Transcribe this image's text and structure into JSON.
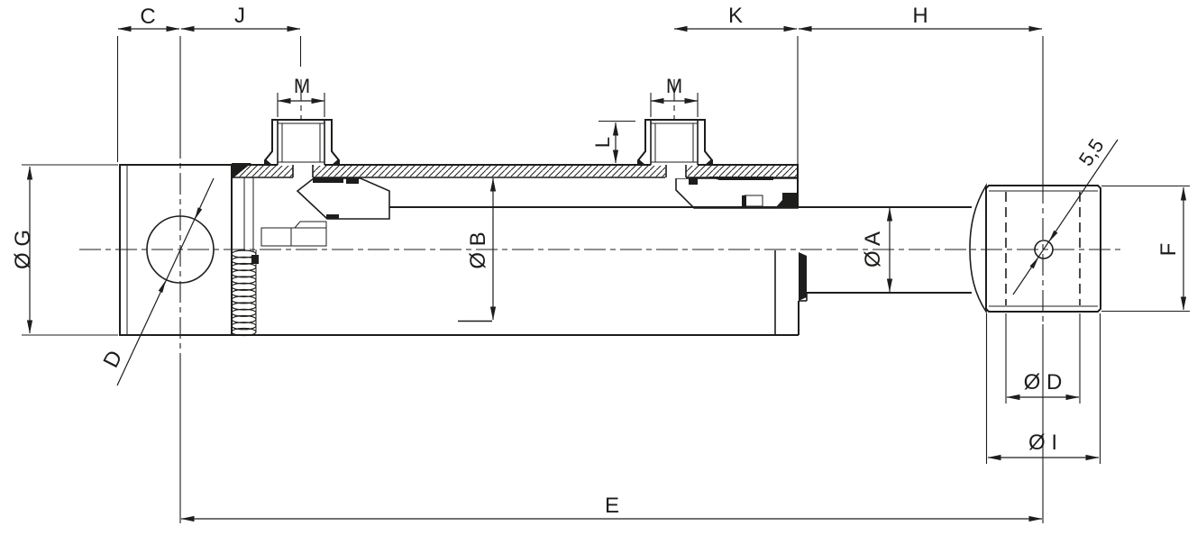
{
  "colors": {
    "line": "#1d1d1b",
    "background": "#ffffff"
  },
  "drawing": {
    "dim_c": "C",
    "dim_j": "J",
    "dim_k": "K",
    "dim_h": "H",
    "dim_m_port1": "M",
    "dim_m_port2": "M",
    "dim_l": "L",
    "dim_dia_g": "Ø G",
    "dim_d_hole": "D",
    "dim_dia_b": "Ø B",
    "dim_dia_a": "Ø A",
    "dim_grease_hole": "5,5",
    "dim_f": "F",
    "dim_dia_d": "Ø D",
    "dim_dia_i": "Ø I",
    "dim_e": "E"
  }
}
